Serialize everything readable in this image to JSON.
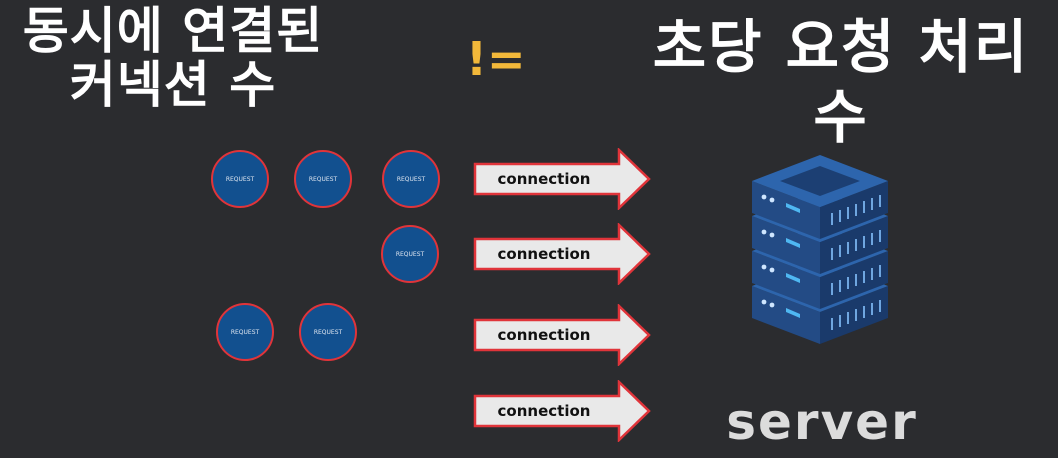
{
  "title_left": {
    "line1": "동시에 연결된",
    "line2": "커넥션 수"
  },
  "operator": "!=",
  "title_right": "초당 요청 처리 수",
  "requests": [
    "REQUEST",
    "REQUEST",
    "REQUEST",
    "REQUEST",
    "REQUEST",
    "REQUEST"
  ],
  "connections": [
    "connection",
    "connection",
    "connection",
    "connection"
  ],
  "server_label": "server",
  "colors": {
    "background": "#2b2c2f",
    "operator": "#f2b83a",
    "request_fill": "#12508f",
    "request_border": "#e0343a",
    "arrow_fill": "#e9e9e9",
    "arrow_border": "#e0343a",
    "server_dark": "#1c3f73",
    "server_light": "#2d65ad",
    "server_accent": "#4fb8f2"
  }
}
